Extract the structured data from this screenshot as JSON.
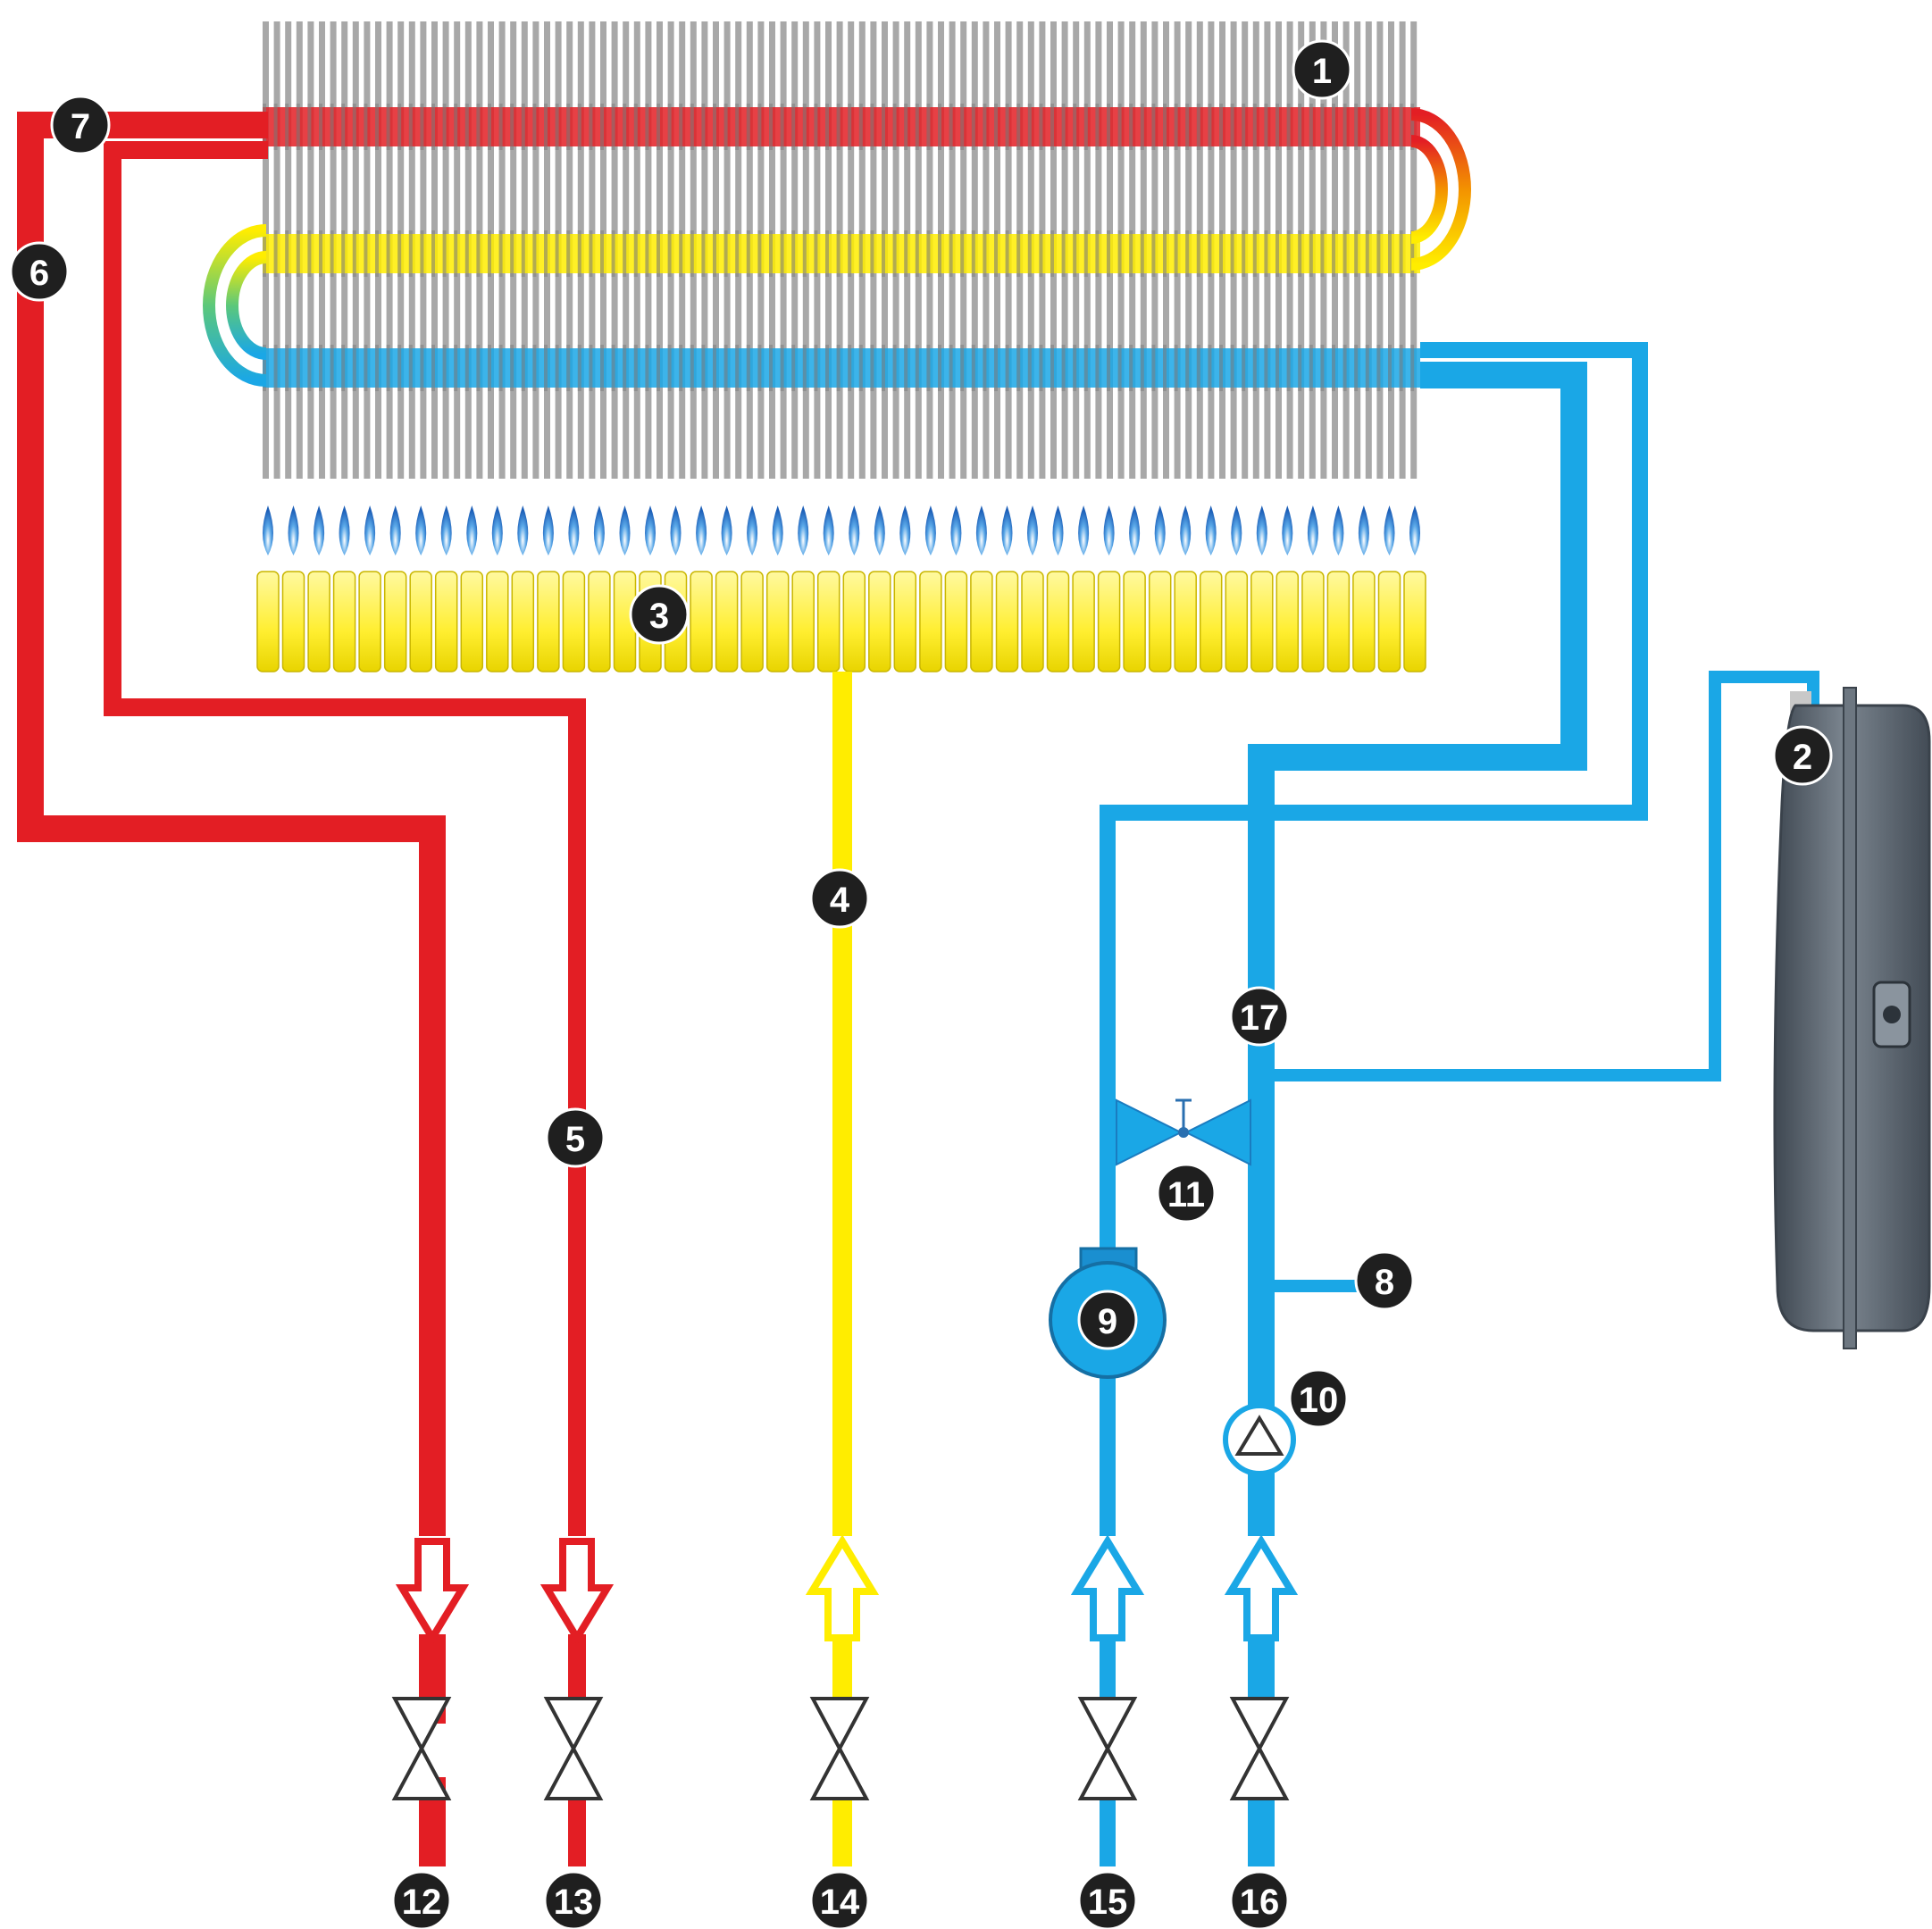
{
  "colors": {
    "hot": "#e31e24",
    "cold": "#1aa7e6",
    "gas": "#ffed00",
    "fins": "#a8a8a8",
    "fin_dark": "#7d7d7d",
    "tank": "#5d6670",
    "label_bg": "#1f1f1f",
    "label_text": "#ffffff"
  },
  "labels": {
    "n1": "1",
    "n2": "2",
    "n3": "3",
    "n4": "4",
    "n5": "5",
    "n6": "6",
    "n7": "7",
    "n8": "8",
    "n9": "9",
    "n10": "10",
    "n11": "11",
    "n12": "12",
    "n13": "13",
    "n14": "14",
    "n15": "15",
    "n16": "16",
    "n17": "17"
  },
  "icons": {
    "heat_exchanger": "finned-heat-exchanger-icon",
    "burner": "gas-burner-icon",
    "expansion_vessel": "expansion-vessel-icon",
    "pump": "circulation-pump-icon",
    "flow_sensor": "flow-sensor-icon",
    "bypass_valve": "bypass-valve-icon",
    "shutoff_valve": "shutoff-valve-icon",
    "flow_arrow": "flow-arrow-icon"
  }
}
